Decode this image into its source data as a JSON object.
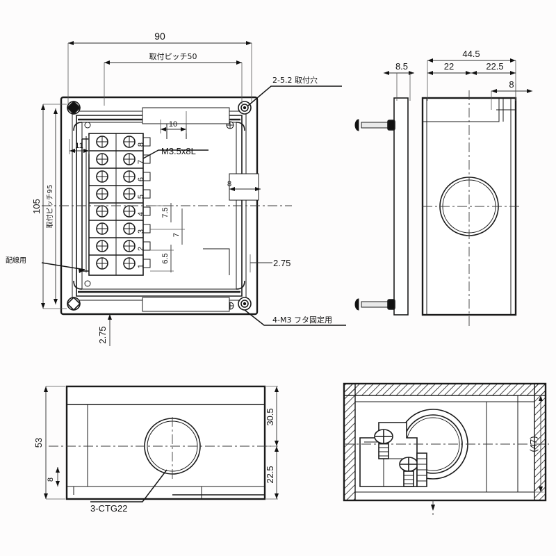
{
  "drawing": {
    "title": "Terminal box outline dimension drawing",
    "background_color": "#fdfcfc",
    "line_color": "#1a1a1a"
  },
  "views": {
    "front": {
      "name": "front-view",
      "dimensions": {
        "overall_width": "90",
        "mounting_pitch_width": "取付ピッチ50",
        "overall_height": "105",
        "mounting_pitch_height": "取付ピッチ95",
        "edge_offset_left": "11",
        "slot_width": "10",
        "slot_width_right": "8",
        "corner_offset_right": "2.75",
        "corner_offset_bottom": "2.75",
        "terminal_pitch_a": "7.5",
        "terminal_pitch_b": "7",
        "terminal_pitch_c": "6.5"
      },
      "callouts": {
        "mounting_hole": "2-5.2 取付穴",
        "screw": "M3.5x8L",
        "lid_screw": "4-M3 フタ固定用",
        "wiring": "配線用"
      },
      "terminal_numbers": [
        "8",
        "7",
        "6",
        "5",
        "4",
        "3",
        "2",
        "1"
      ]
    },
    "side": {
      "name": "right-side-view",
      "dimensions": {
        "total": "44.5",
        "cover_gap": "8.5",
        "segment_a": "22",
        "segment_b": "22.5",
        "flange": "8"
      }
    },
    "top": {
      "name": "bottom-plan-view",
      "dimensions": {
        "overall": "53",
        "upper": "30.5",
        "lower": "22.5",
        "lip": "8"
      },
      "callouts": {
        "cable_gland": "3-CTG22"
      }
    },
    "section": {
      "name": "section-view",
      "dimensions": {
        "inner_height": "(47)"
      }
    }
  }
}
